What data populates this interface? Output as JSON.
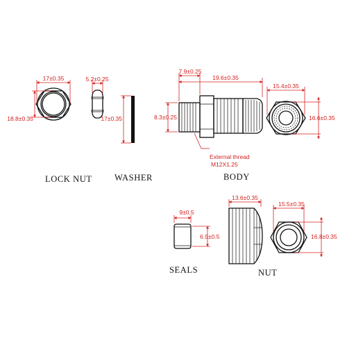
{
  "colors": {
    "dimension": "#d42020",
    "outline": "#111111",
    "background": "#ffffff"
  },
  "labels": {
    "lock_nut": "LOCK NUT",
    "washer": "WASHER",
    "body": "BODY",
    "seals": "SEALS",
    "nut": "NUT"
  },
  "dimensions": {
    "lock_nut_width": "17±0.35",
    "lock_nut_height": "18.8±0.35",
    "lock_nut_thickness": "5.2±0.25",
    "washer_height": "17±0.35",
    "body_left": "7.9±0.25",
    "body_length": "19.6±0.35",
    "body_thread_dia": "8.3±0.25",
    "body_end_width": "15.4±0.35",
    "body_end_height": "16.6±0.35",
    "thread_note_line1": "External thread",
    "thread_note_line2": "M12X1.25",
    "seal_length": "9±0.5",
    "seal_dia": "6.9±0.5",
    "nut_length": "13.6±0.35",
    "nut_width": "15.5±0.35",
    "nut_height": "16.8±0.35"
  }
}
